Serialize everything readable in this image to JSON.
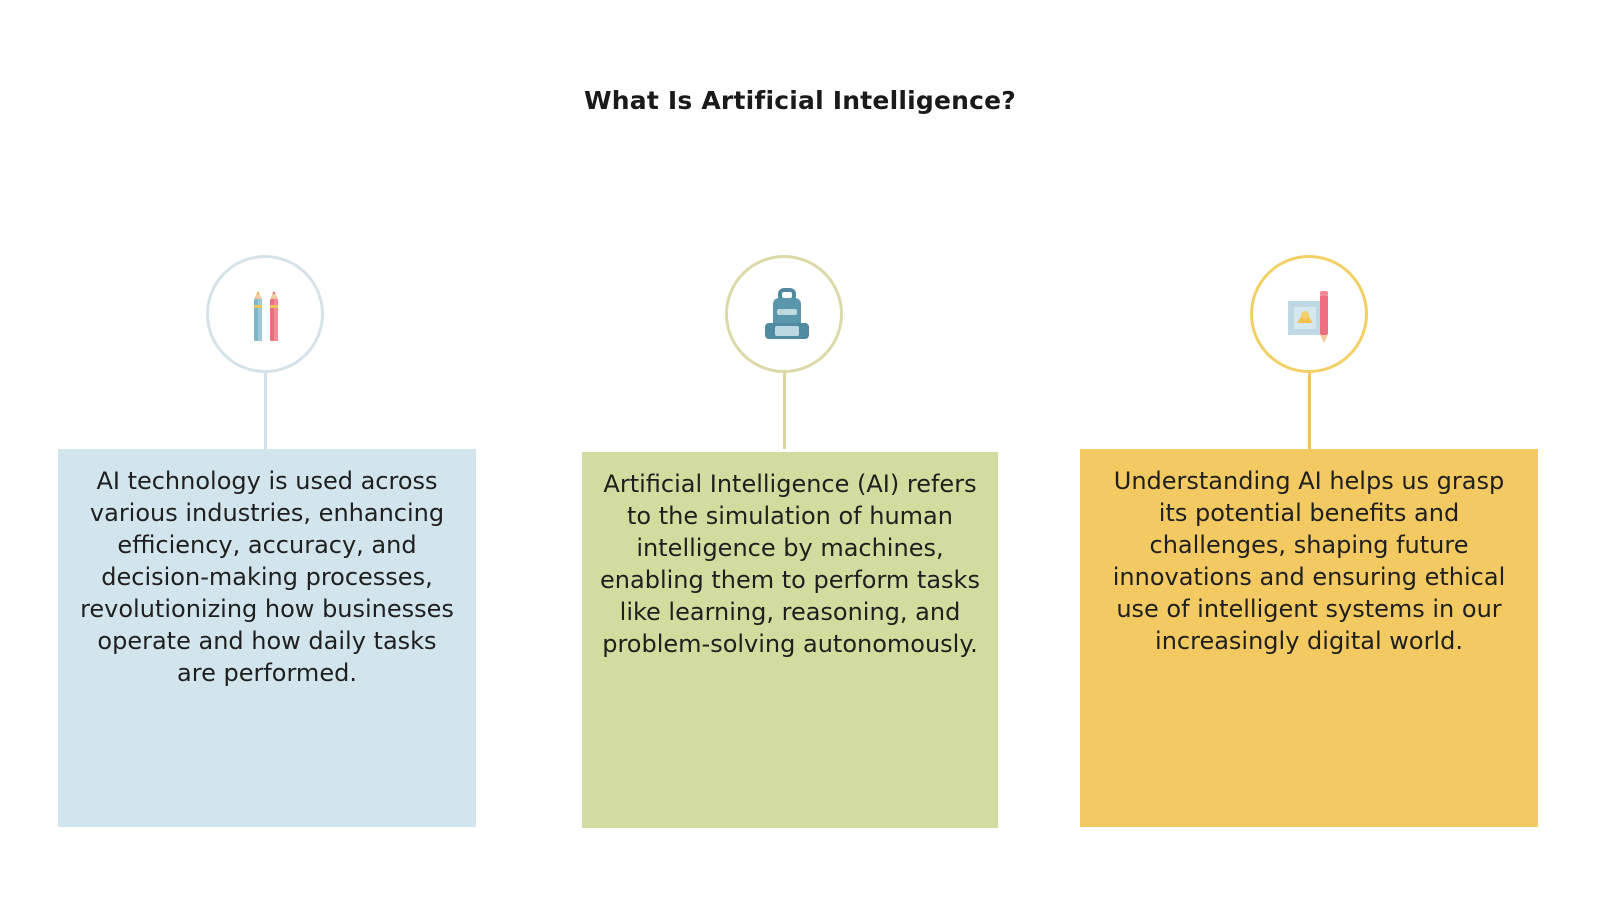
{
  "title": "What Is Artificial Intelligence?",
  "items": [
    {
      "icon": "pencils-icon",
      "text": "AI technology is used across various industries, enhancing efficiency, accuracy, and decision-making processes, revolutionizing how businesses operate and how daily tasks are performed.",
      "color": "#d3e5ec"
    },
    {
      "icon": "backpack-icon",
      "text": "Artificial Intelligence (AI) refers to the simulation of human intelligence by machines, enabling them to perform tasks like learning, reasoning, and problem-solving autonomously.",
      "color": "#d1dc9e"
    },
    {
      "icon": "drawing-pencil-icon",
      "text": "Understanding AI helps us grasp its potential benefits and challenges, shaping future innovations and ensuring ethical use of intelligent systems in our increasingly digital world.",
      "color": "#f3ca62"
    }
  ]
}
